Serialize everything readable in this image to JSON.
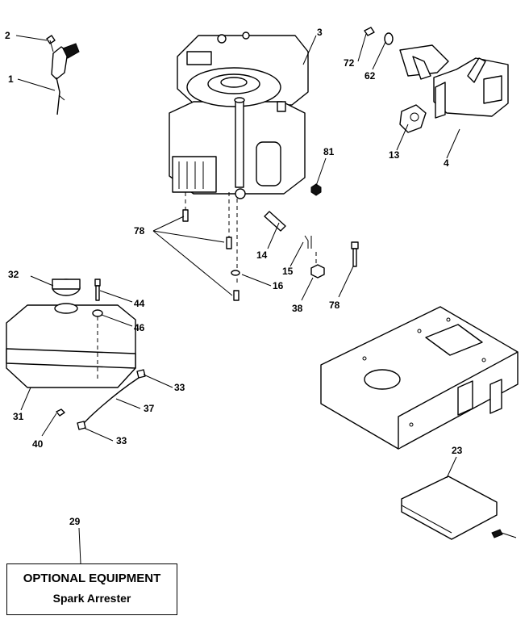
{
  "callouts": {
    "c2": "2",
    "c1": "1",
    "c3": "3",
    "c72": "72",
    "c62": "62",
    "c13": "13",
    "c4": "4",
    "c81": "81",
    "c78a": "78",
    "c14": "14",
    "c15": "15",
    "c16": "16",
    "c38": "38",
    "c78b": "78",
    "c32": "32",
    "c44": "44",
    "c46": "46",
    "c31": "31",
    "c33a": "33",
    "c37": "37",
    "c40": "40",
    "c33b": "33",
    "c23": "23",
    "c29": "29"
  },
  "optional_equipment": {
    "title": "OPTIONAL EQUIPMENT",
    "subtitle": "Spark Arrester"
  }
}
